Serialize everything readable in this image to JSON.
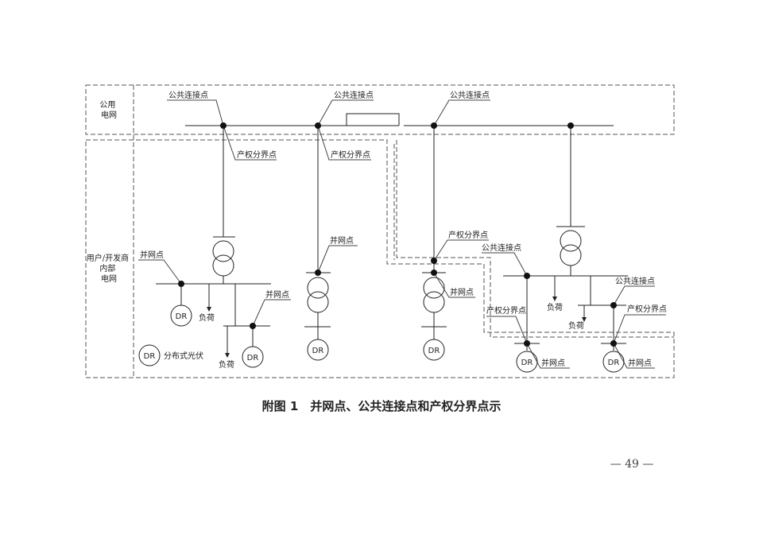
{
  "zones": {
    "public_grid": "公用\n电网",
    "user_grid": "用户/开发商\n内部\n电网"
  },
  "labels": {
    "pcc": "公共连接点",
    "ownership_boundary": "产权分界点",
    "grid_connection": "并网点",
    "load": "负荷",
    "dr": "DR"
  },
  "legend": {
    "symbol": "DR",
    "text": "分布式光伏"
  },
  "caption": "附图 1　并网点、公共连接点和产权分界点示",
  "page_number": "— 49 —"
}
